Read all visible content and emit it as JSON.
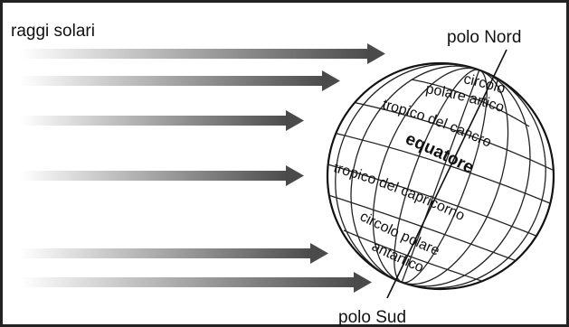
{
  "diagram": {
    "labels": {
      "sun_rays": "raggi solari",
      "north_pole": "polo Nord",
      "south_pole": "polo Sud",
      "arctic_circle_line1": "circolo",
      "arctic_circle_line2": "polare artico",
      "tropic_cancer": "tropico del cancro",
      "equator": "equatore",
      "tropic_capricorn": "tropico del capricorno",
      "antarctic_circle_line1": "circolo polare",
      "antarctic_circle_line2": "antartico"
    },
    "ray_count": 6,
    "colors": {
      "ray_start": "#ffffff",
      "ray_end": "#4a4a4a",
      "ink": "#111111",
      "frame": "#222222"
    }
  }
}
